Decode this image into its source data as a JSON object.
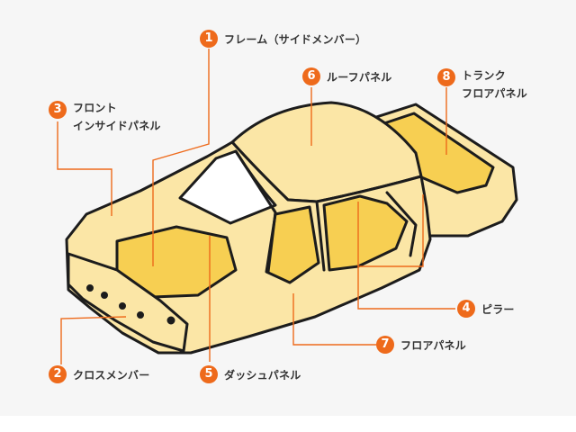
{
  "colors": {
    "badge": "#ee6a1b",
    "body_fill": "#fbe6a6",
    "body_shade": "#f7cf52",
    "outline": "#1c1c1c",
    "leader": "#ee6a1b",
    "text": "#333333",
    "panel_bg": "#f6f6f6"
  },
  "labels": [
    {
      "id": "frame",
      "number": "1",
      "text": "フレーム（サイドメンバー）"
    },
    {
      "id": "cross-member",
      "number": "2",
      "text": "クロスメンバー"
    },
    {
      "id": "front-inside-panel",
      "number": "3",
      "lines": [
        "フロント",
        "インサイドパネル"
      ]
    },
    {
      "id": "pillar",
      "number": "4",
      "text": "ピラー"
    },
    {
      "id": "dash-panel",
      "number": "5",
      "text": "ダッシュパネル"
    },
    {
      "id": "roof-panel",
      "number": "6",
      "text": "ルーフパネル"
    },
    {
      "id": "floor-panel",
      "number": "7",
      "text": "フロアパネル"
    },
    {
      "id": "trunk-floor-panel",
      "number": "8",
      "lines": [
        "トランク",
        "フロアパネル"
      ]
    }
  ]
}
